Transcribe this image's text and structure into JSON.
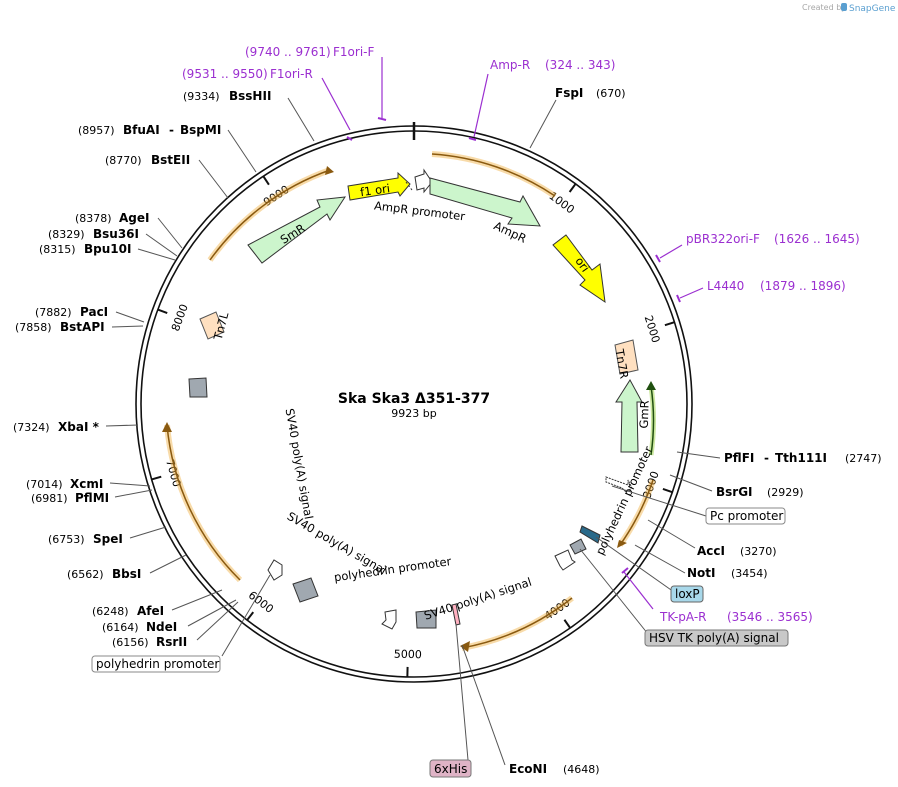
{
  "plasmid": {
    "name": "Ska Ska3 Δ351-377",
    "length_label": "9923 bp",
    "total_bp": 9923
  },
  "watermark": {
    "prefix": "Created by",
    "brand": "SnapGene"
  },
  "ticks": [
    {
      "bp": 1000,
      "label": "1000"
    },
    {
      "bp": 2000,
      "label": "2000"
    },
    {
      "bp": 3000,
      "label": "3000"
    },
    {
      "bp": 4000,
      "label": "4000"
    },
    {
      "bp": 5000,
      "label": "5000"
    },
    {
      "bp": 6000,
      "label": "6000"
    },
    {
      "bp": 7000,
      "label": "7000"
    },
    {
      "bp": 8000,
      "label": "8000"
    },
    {
      "bp": 9000,
      "label": "9000"
    }
  ],
  "enzymes": [
    {
      "name": "FspI",
      "pos": "(670)",
      "bp": 670
    },
    {
      "name": "PflFI",
      "name2": "Tth111I",
      "pos": "(2747)",
      "bp": 2747
    },
    {
      "name": "BsrGI",
      "pos": "(2929)",
      "bp": 2929
    },
    {
      "name": "AccI",
      "pos": "(3270)",
      "bp": 3270
    },
    {
      "name": "NotI",
      "pos": "(3454)",
      "bp": 3454
    },
    {
      "name": "EcoNI",
      "pos": "(4648)",
      "bp": 4648
    },
    {
      "name": "RsrII",
      "pos": "(6156)",
      "bp": 6156
    },
    {
      "name": "NdeI",
      "pos": "(6164)",
      "bp": 6164
    },
    {
      "name": "AfeI",
      "pos": "(6248)",
      "bp": 6248
    },
    {
      "name": "BbsI",
      "pos": "(6562)",
      "bp": 6562
    },
    {
      "name": "SpeI",
      "pos": "(6753)",
      "bp": 6753
    },
    {
      "name": "PflMI",
      "pos": "(6981)",
      "bp": 6981
    },
    {
      "name": "XcmI",
      "pos": "(7014)",
      "bp": 7014
    },
    {
      "name": "XbaI *",
      "pos": "(7324)",
      "bp": 7324
    },
    {
      "name": "BstAPI",
      "pos": "(7858)",
      "bp": 7858
    },
    {
      "name": "PacI",
      "pos": "(7882)",
      "bp": 7882
    },
    {
      "name": "Bpu10I",
      "pos": "(8315)",
      "bp": 8315
    },
    {
      "name": "Bsu36I",
      "pos": "(8329)",
      "bp": 8329
    },
    {
      "name": "AgeI",
      "pos": "(8378)",
      "bp": 8378
    },
    {
      "name": "BstEII",
      "pos": "(8770)",
      "bp": 8770
    },
    {
      "name": "BfuAI",
      "name2": "BspMI",
      "pos": "(8957)",
      "bp": 8957
    },
    {
      "name": "BssHII",
      "pos": "(9334)",
      "bp": 9334
    }
  ],
  "primers": [
    {
      "name": "F1ori-F",
      "range": "(9740 .. 9761)",
      "bp": 9750
    },
    {
      "name": "F1ori-R",
      "range": "(9531 .. 9550)",
      "bp": 9540
    },
    {
      "name": "Amp-R",
      "range": "(324 .. 343)",
      "bp": 333
    },
    {
      "name": "pBR322ori-F",
      "range": "(1626 .. 1645)",
      "bp": 1635
    },
    {
      "name": "L4440",
      "range": "(1879 .. 1896)",
      "bp": 1887
    },
    {
      "name": "TK-pA-R",
      "range": "(3546 .. 3565)",
      "bp": 3555
    }
  ],
  "boxed_labels": [
    {
      "name": "Pc promoter",
      "style": "white"
    },
    {
      "name": "loxP",
      "style": "blue"
    },
    {
      "name": "HSV TK poly(A) signal",
      "style": "gray"
    },
    {
      "name": "6xHis",
      "style": "pink"
    },
    {
      "name": "polyhedrin promoter",
      "style": "white"
    }
  ],
  "features": [
    {
      "name": "f1 ori",
      "color": "#ffff00"
    },
    {
      "name": "AmpR promoter",
      "color": "#ffffff"
    },
    {
      "name": "AmpR",
      "color": "#ccf5cc"
    },
    {
      "name": "ori",
      "color": "#ffff00"
    },
    {
      "name": "Tn7R",
      "color": "#ffe0c0"
    },
    {
      "name": "GmR",
      "color": "#ccf5cc"
    },
    {
      "name": "polyhedrin promoter",
      "color": "#ffffff"
    },
    {
      "name": "SV40 poly(A) signal",
      "color": "#a0a8b0"
    },
    {
      "name": "polyhedrin promoter",
      "color": "#ffffff"
    },
    {
      "name": "SV40 poly(A) signal",
      "color": "#a0a8b0"
    },
    {
      "name": "SV40 poly(A) signal",
      "color": "#a0a8b0"
    },
    {
      "name": "Tn7L",
      "color": "#ffe0c0"
    },
    {
      "name": "SmR",
      "color": "#ccf5cc"
    }
  ],
  "colors": {
    "primer": "#9b2fd0",
    "orf": "#f0b040",
    "backbone": "#000000"
  }
}
